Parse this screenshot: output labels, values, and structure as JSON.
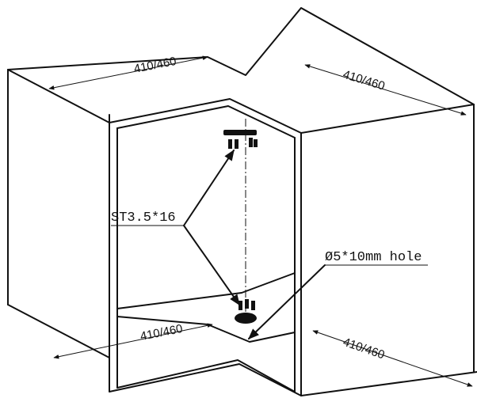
{
  "dimensions": {
    "top_back": "410/460",
    "top_right": "410/460",
    "bottom_front": "410/460",
    "bottom_right": "410/460"
  },
  "callouts": {
    "screw_spec": "ST3.5*16",
    "hole_spec": "Ø5*10mm hole"
  }
}
